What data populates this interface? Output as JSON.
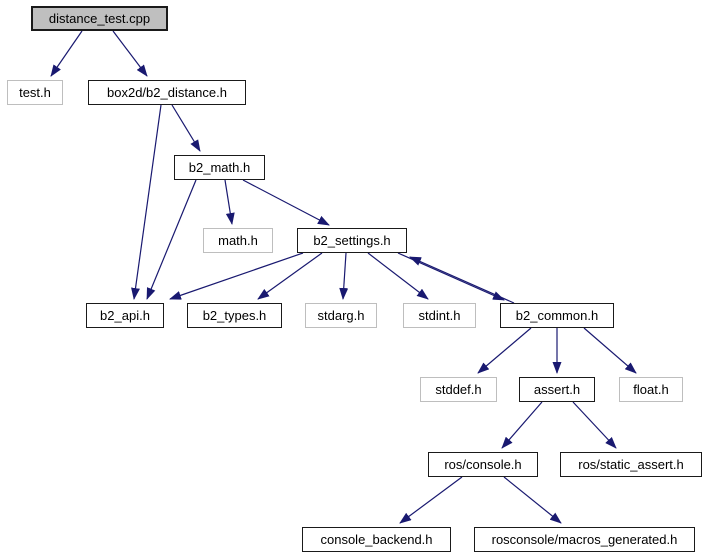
{
  "diagram": {
    "kind": "include-dependency-graph",
    "root_file": "distance_test.cpp",
    "colors": {
      "edge": "#191970",
      "linked_border": "#1a1a1a",
      "plain_border": "#bebebe",
      "root_fill": "#bfbfbf",
      "node_fill": "#ffffff",
      "text": "#000000",
      "background": "#ffffff"
    },
    "nodes": [
      {
        "id": "distance_test.cpp",
        "label": "distance_test.cpp",
        "kind": "root"
      },
      {
        "id": "test.h",
        "label": "test.h",
        "kind": "plain"
      },
      {
        "id": "box2d/b2_distance.h",
        "label": "box2d/b2_distance.h",
        "kind": "linked"
      },
      {
        "id": "b2_math.h",
        "label": "b2_math.h",
        "kind": "linked"
      },
      {
        "id": "math.h",
        "label": "math.h",
        "kind": "plain"
      },
      {
        "id": "b2_settings.h",
        "label": "b2_settings.h",
        "kind": "linked"
      },
      {
        "id": "b2_api.h",
        "label": "b2_api.h",
        "kind": "linked"
      },
      {
        "id": "b2_types.h",
        "label": "b2_types.h",
        "kind": "linked"
      },
      {
        "id": "stdarg.h",
        "label": "stdarg.h",
        "kind": "plain"
      },
      {
        "id": "stdint.h",
        "label": "stdint.h",
        "kind": "plain"
      },
      {
        "id": "b2_common.h",
        "label": "b2_common.h",
        "kind": "linked"
      },
      {
        "id": "stddef.h",
        "label": "stddef.h",
        "kind": "plain"
      },
      {
        "id": "assert.h",
        "label": "assert.h",
        "kind": "linked"
      },
      {
        "id": "float.h",
        "label": "float.h",
        "kind": "plain"
      },
      {
        "id": "ros/console.h",
        "label": "ros/console.h",
        "kind": "linked"
      },
      {
        "id": "ros/static_assert.h",
        "label": "ros/static_assert.h",
        "kind": "linked"
      },
      {
        "id": "console_backend.h",
        "label": "console_backend.h",
        "kind": "linked"
      },
      {
        "id": "rosconsole/macros_generated.h",
        "label": "rosconsole/macros_generated.h",
        "kind": "linked"
      }
    ],
    "edges": [
      {
        "from": "distance_test.cpp",
        "to": "test.h"
      },
      {
        "from": "distance_test.cpp",
        "to": "box2d/b2_distance.h"
      },
      {
        "from": "box2d/b2_distance.h",
        "to": "b2_math.h"
      },
      {
        "from": "box2d/b2_distance.h",
        "to": "b2_api.h"
      },
      {
        "from": "b2_math.h",
        "to": "math.h"
      },
      {
        "from": "b2_math.h",
        "to": "b2_settings.h"
      },
      {
        "from": "b2_math.h",
        "to": "b2_api.h"
      },
      {
        "from": "b2_settings.h",
        "to": "b2_api.h"
      },
      {
        "from": "b2_settings.h",
        "to": "b2_types.h"
      },
      {
        "from": "b2_settings.h",
        "to": "stdarg.h"
      },
      {
        "from": "b2_settings.h",
        "to": "stdint.h"
      },
      {
        "from": "b2_settings.h",
        "to": "b2_common.h"
      },
      {
        "from": "b2_common.h",
        "to": "b2_settings.h"
      },
      {
        "from": "b2_common.h",
        "to": "stddef.h"
      },
      {
        "from": "b2_common.h",
        "to": "assert.h"
      },
      {
        "from": "b2_common.h",
        "to": "float.h"
      },
      {
        "from": "assert.h",
        "to": "ros/console.h"
      },
      {
        "from": "assert.h",
        "to": "ros/static_assert.h"
      },
      {
        "from": "ros/console.h",
        "to": "console_backend.h"
      },
      {
        "from": "ros/console.h",
        "to": "rosconsole/macros_generated.h"
      }
    ]
  }
}
